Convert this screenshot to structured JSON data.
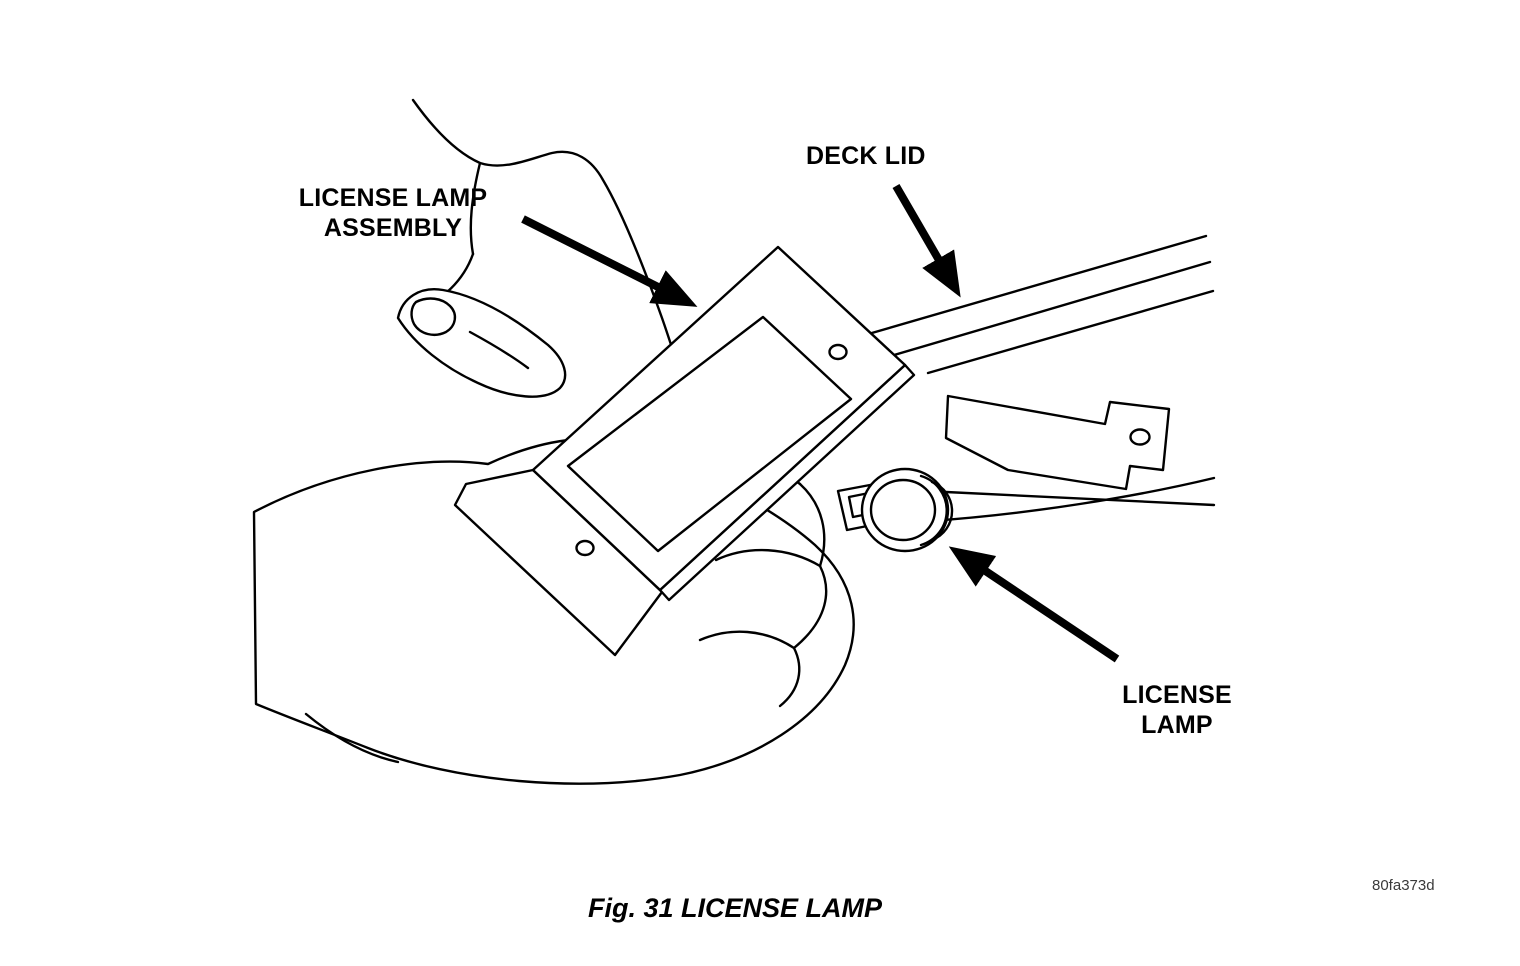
{
  "page": {
    "background_color": "#ffffff",
    "ink_color": "#000000"
  },
  "figure": {
    "caption": "Fig. 31 LICENSE LAMP",
    "reference_code": "80fa373d"
  },
  "callouts": {
    "license_lamp_assembly": {
      "label": "LICENSE LAMP\nASSEMBLY"
    },
    "deck_lid": {
      "label": "DECK LID"
    },
    "license_lamp": {
      "label": "LICENSE\nLAMP"
    }
  }
}
